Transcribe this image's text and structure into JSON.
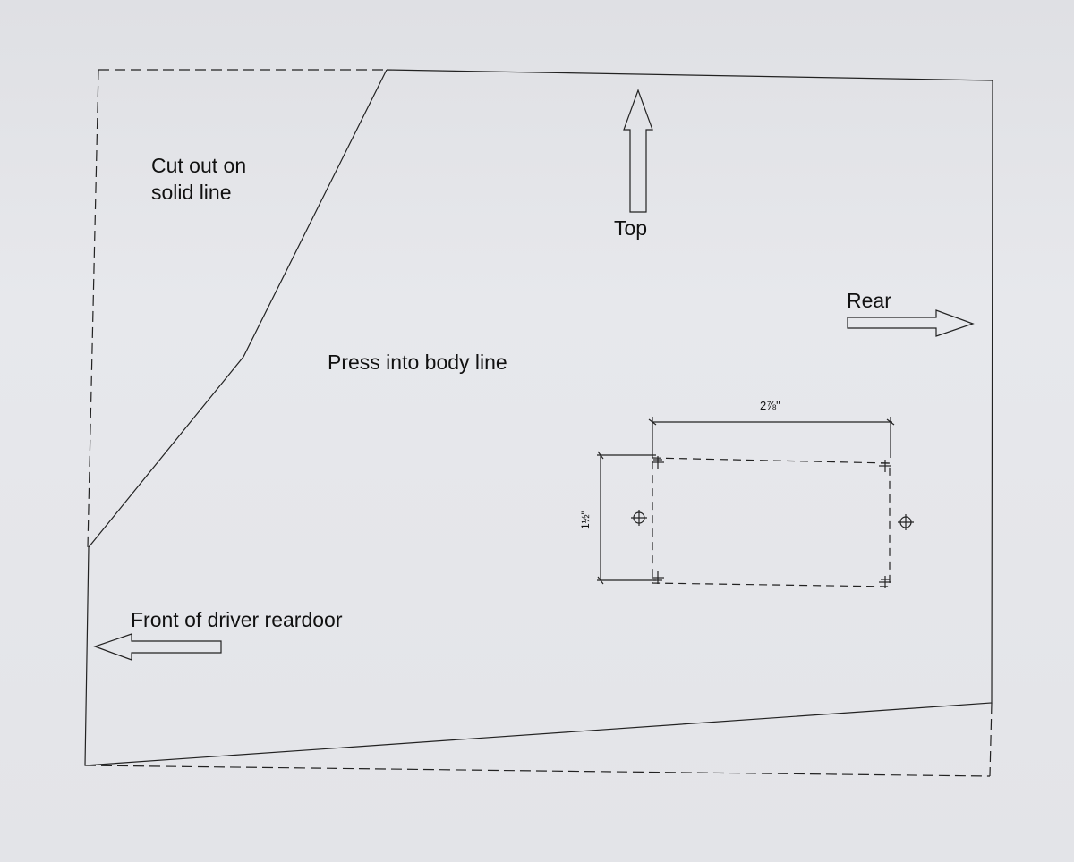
{
  "labels": {
    "cut_out_line1": "Cut out on",
    "cut_out_line2": "solid line",
    "top": "Top",
    "rear": "Rear",
    "press": "Press into body line",
    "front": "Front of driver reardoor"
  },
  "dimensions": {
    "width": "2⅞\"",
    "height": "1½\""
  }
}
